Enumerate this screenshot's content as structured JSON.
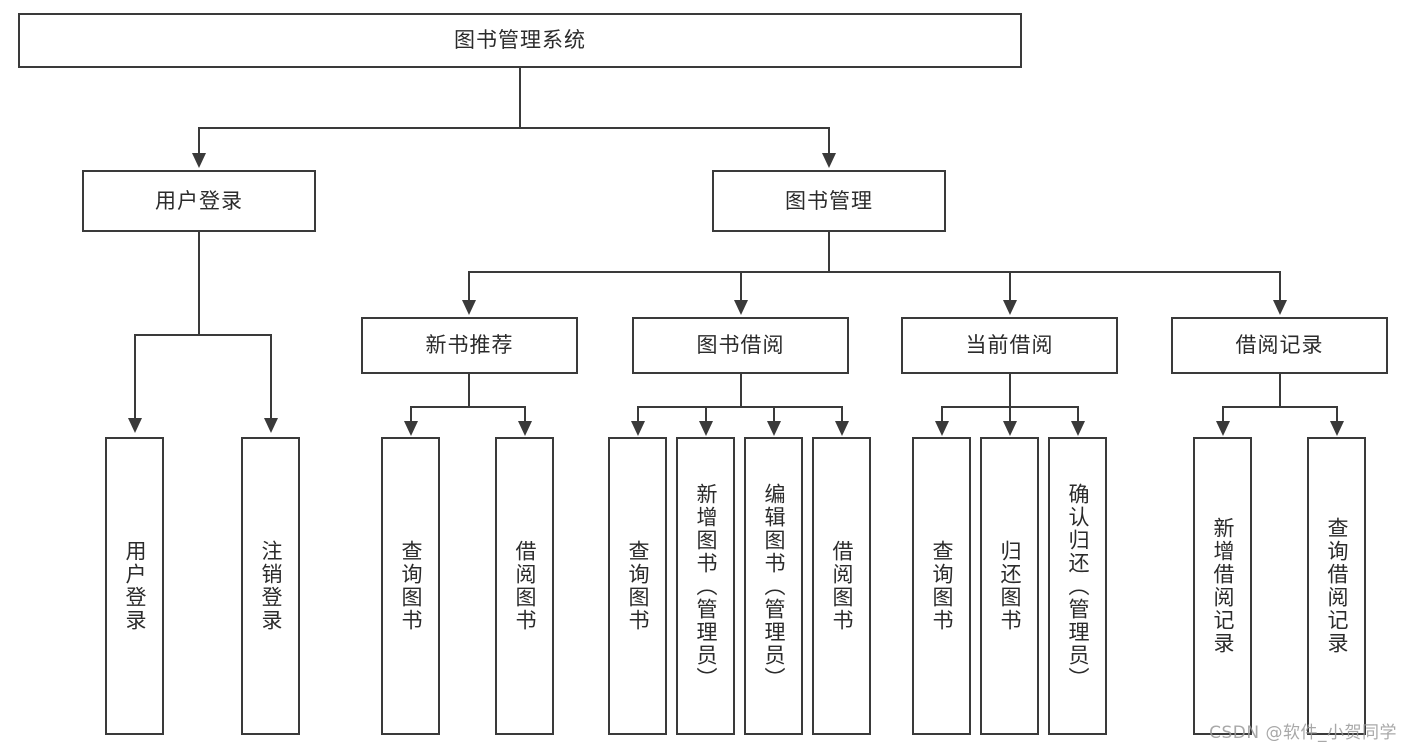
{
  "diagram": {
    "title": "图书管理系统",
    "type": "tree",
    "root": {
      "label": "图书管理系统"
    },
    "level2": [
      {
        "label": "用户登录"
      },
      {
        "label": "图书管理"
      }
    ],
    "level3": [
      {
        "label": "新书推荐"
      },
      {
        "label": "图书借阅"
      },
      {
        "label": "当前借阅"
      },
      {
        "label": "借阅记录"
      }
    ],
    "leaves": {
      "user_login": [
        {
          "label": "用户登录"
        },
        {
          "label": "注销登录"
        }
      ],
      "new_book_recommend": [
        {
          "label": "查询图书"
        },
        {
          "label": "借阅图书"
        }
      ],
      "book_borrow": [
        {
          "label": "查询图书"
        },
        {
          "label": "新增图书（管理员）"
        },
        {
          "label": "编辑图书（管理员）"
        },
        {
          "label": "借阅图书"
        }
      ],
      "current_borrow": [
        {
          "label": "查询图书"
        },
        {
          "label": "归还图书"
        },
        {
          "label": "确认归还（管理员）"
        }
      ],
      "borrow_record": [
        {
          "label": "新增借阅记录"
        },
        {
          "label": "查询借阅记录"
        }
      ]
    }
  },
  "watermark": {
    "text": "CSDN @软件_小贺同学"
  },
  "colors": {
    "stroke": "#3a3a3a",
    "text": "#2b2b2b",
    "background": "#ffffff",
    "watermark": "#9a9a9a"
  }
}
